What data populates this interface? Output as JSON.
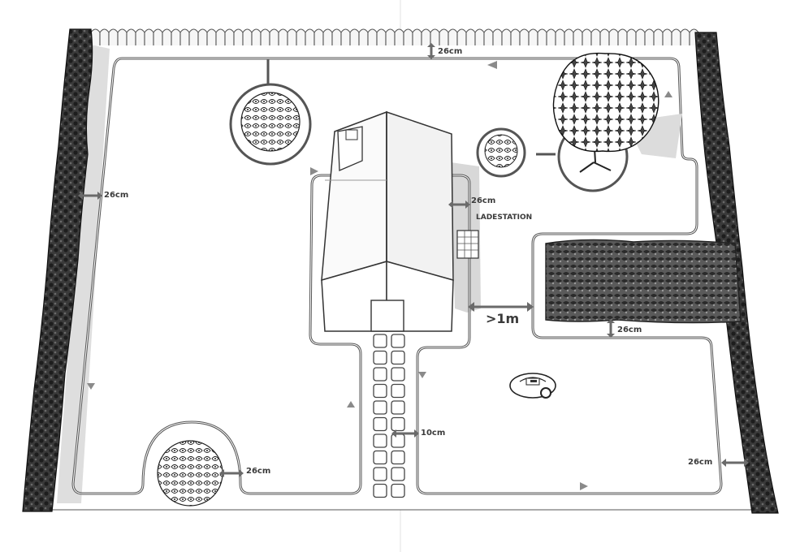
{
  "labels": {
    "top_distance": "26cm",
    "left_distance": "26cm",
    "house_distance": "26cm",
    "charging_station": "LADESTATION",
    "passage_width": ">1m",
    "hedge_distance": "26cm",
    "path_distance": "10cm",
    "bush_distance": "26cm",
    "right_distance": "26cm"
  },
  "colors": {
    "wire": "#555555",
    "arrow": "#8a8a8a",
    "hedge": "#2a2a2a",
    "shadow": "#d0d0d0",
    "label": "#3a3a3a"
  },
  "icons": [
    "hedge-left-icon",
    "hedge-right-icon",
    "fence-icon",
    "tree-icon",
    "bush-icon",
    "house-icon",
    "charging-station-icon",
    "robot-mower-icon",
    "stepping-stones-icon"
  ]
}
